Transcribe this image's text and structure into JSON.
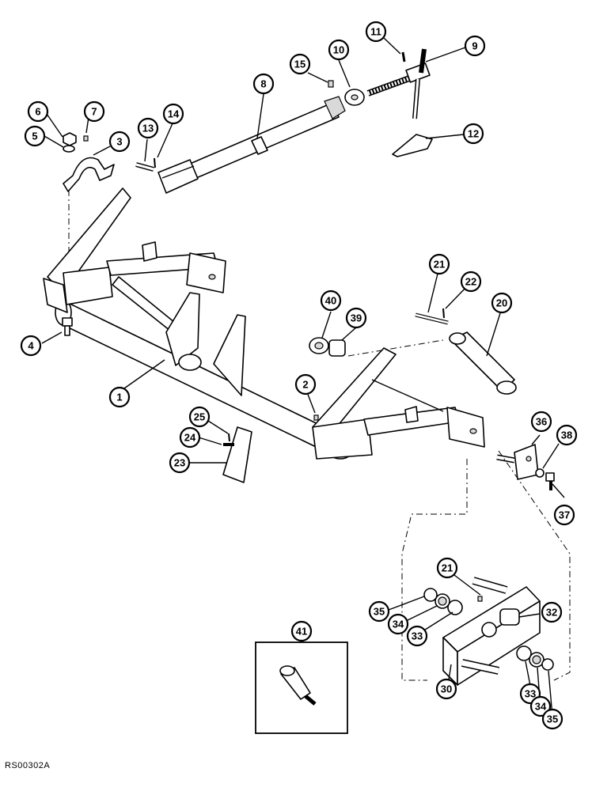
{
  "diagram": {
    "doc_code": "RS00302A",
    "callouts": [
      {
        "id": "c1",
        "label": "1"
      },
      {
        "id": "c2",
        "label": "2"
      },
      {
        "id": "c3",
        "label": "3"
      },
      {
        "id": "c4",
        "label": "4"
      },
      {
        "id": "c5",
        "label": "5"
      },
      {
        "id": "c6",
        "label": "6"
      },
      {
        "id": "c7",
        "label": "7"
      },
      {
        "id": "c8",
        "label": "8"
      },
      {
        "id": "c9",
        "label": "9"
      },
      {
        "id": "c10",
        "label": "10"
      },
      {
        "id": "c11",
        "label": "11"
      },
      {
        "id": "c12",
        "label": "12"
      },
      {
        "id": "c13",
        "label": "13"
      },
      {
        "id": "c14",
        "label": "14"
      },
      {
        "id": "c15",
        "label": "15"
      },
      {
        "id": "c20",
        "label": "20"
      },
      {
        "id": "c21a",
        "label": "21"
      },
      {
        "id": "c21b",
        "label": "21"
      },
      {
        "id": "c22",
        "label": "22"
      },
      {
        "id": "c23",
        "label": "23"
      },
      {
        "id": "c24",
        "label": "24"
      },
      {
        "id": "c25",
        "label": "25"
      },
      {
        "id": "c30",
        "label": "30"
      },
      {
        "id": "c32",
        "label": "32"
      },
      {
        "id": "c33a",
        "label": "33"
      },
      {
        "id": "c33b",
        "label": "33"
      },
      {
        "id": "c34a",
        "label": "34"
      },
      {
        "id": "c34b",
        "label": "34"
      },
      {
        "id": "c35a",
        "label": "35"
      },
      {
        "id": "c35b",
        "label": "35"
      },
      {
        "id": "c36",
        "label": "36"
      },
      {
        "id": "c37",
        "label": "37"
      },
      {
        "id": "c38",
        "label": "38"
      },
      {
        "id": "c39",
        "label": "39"
      },
      {
        "id": "c40",
        "label": "40"
      },
      {
        "id": "c41",
        "label": "41"
      }
    ]
  }
}
